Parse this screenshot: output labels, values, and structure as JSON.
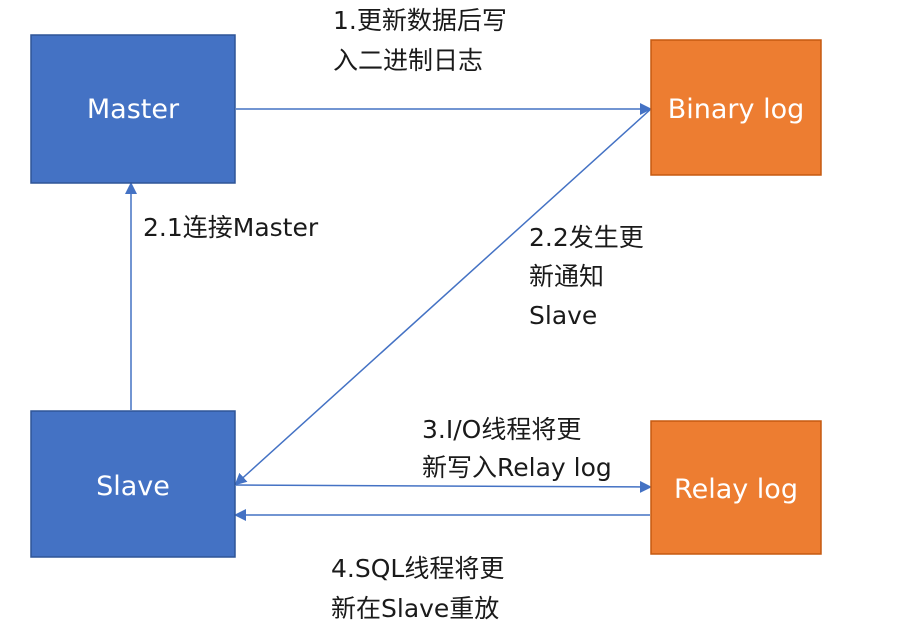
{
  "colors": {
    "primary_node": "#4472c4",
    "primary_node_border": "#2f5597",
    "log_node": "#ed7d31",
    "log_node_border": "#c55a11",
    "edge": "#4472c4",
    "label_text": "#1a1a1a",
    "node_text": "#ffffff"
  },
  "nodes": {
    "master": {
      "label": "Master"
    },
    "slave": {
      "label": "Slave"
    },
    "binary_log": {
      "label": "Binary log"
    },
    "relay_log": {
      "label": "Relay log"
    }
  },
  "edges": {
    "step1": {
      "lines": [
        "1.更新数据后写",
        "入二进制日志"
      ]
    },
    "step2_1": {
      "lines": [
        "2.1连接Master"
      ]
    },
    "step2_2": {
      "lines": [
        "2.2发生更",
        "新通知",
        "Slave"
      ]
    },
    "step3": {
      "lines": [
        "3.I/O线程将更",
        "新写入Relay log"
      ]
    },
    "step4": {
      "lines": [
        "4.SQL线程将更",
        "新在Slave重放"
      ]
    }
  }
}
